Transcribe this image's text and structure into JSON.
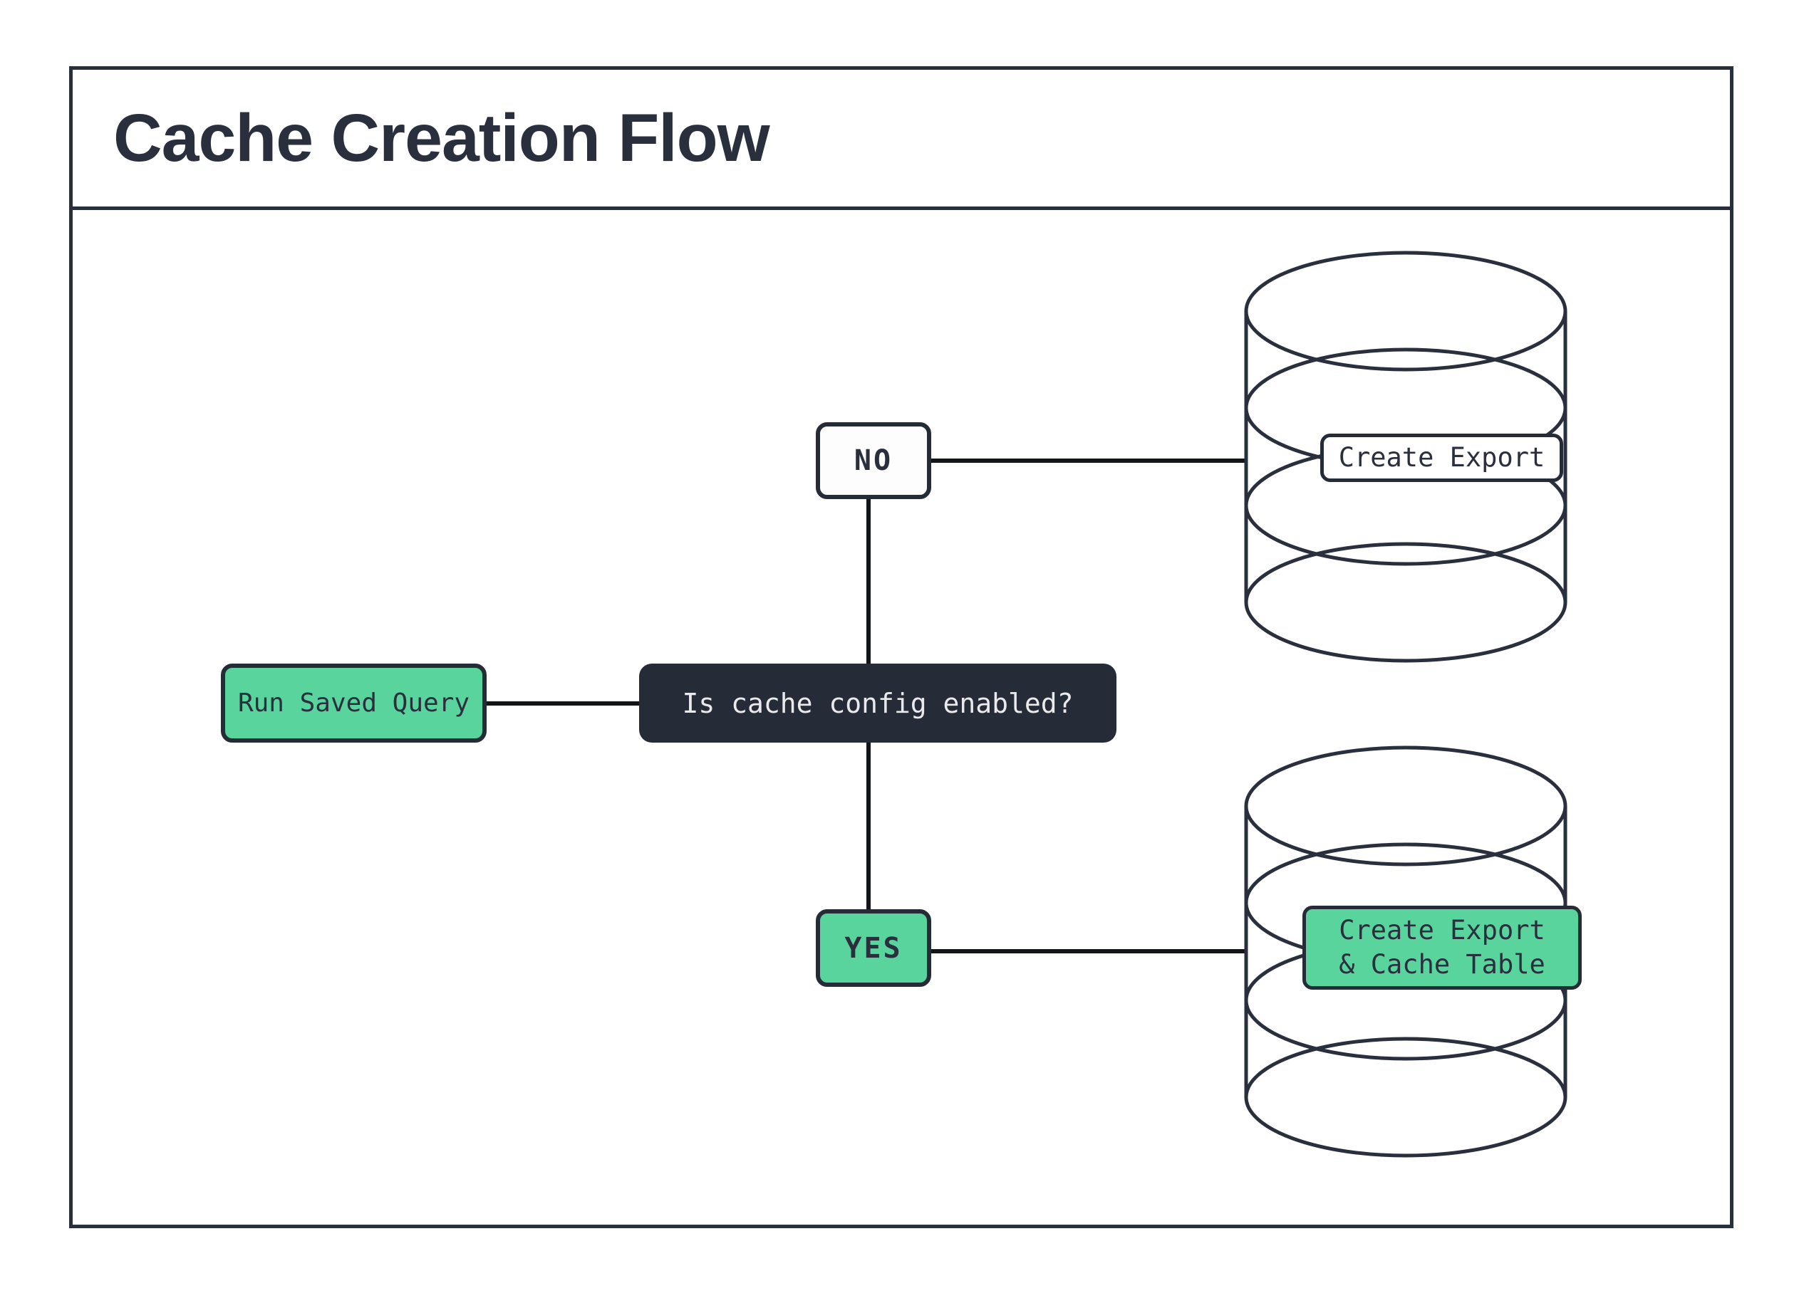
{
  "title": "Cache Creation Flow",
  "colors": {
    "ink": "#2A2F3E",
    "green": "#5AD49D",
    "dark_node_bg": "#262B38",
    "dark_node_text": "#EAEAEC",
    "connector": "#141519",
    "background": "#FFFFFF"
  },
  "nodes": {
    "run_saved_query": {
      "label": "Run Saved Query"
    },
    "question": {
      "label": "Is cache config enabled?"
    },
    "branch_no": {
      "label": "NO"
    },
    "branch_yes": {
      "label": "YES"
    },
    "db_export": {
      "label": "Create Export"
    },
    "db_export_cache": {
      "line1": "Create Export",
      "line2": "& Cache Table"
    }
  }
}
